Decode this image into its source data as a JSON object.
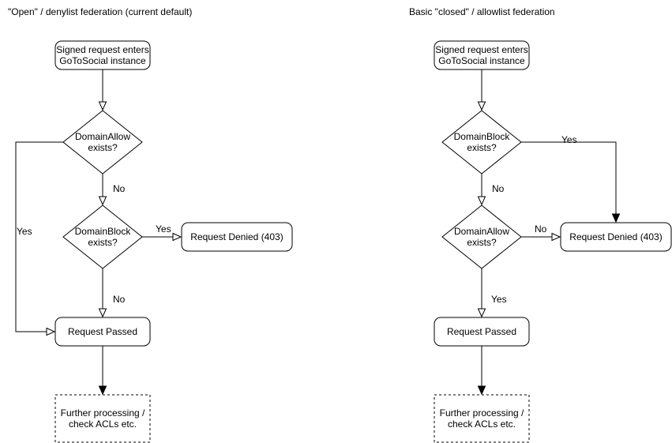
{
  "left": {
    "title": "\"Open\" / denylist federation (current default)",
    "start": {
      "line1": "Signed request enters",
      "line2": "GoToSocial instance"
    },
    "decision1": {
      "line1": "DomainAllow",
      "line2": "exists?"
    },
    "decision2": {
      "line1": "DomainBlock",
      "line2": "exists?"
    },
    "denied": "Request Denied (403)",
    "passed": "Request Passed",
    "further": {
      "line1": "Further processing /",
      "line2": "check ACLs etc."
    },
    "label_d1_yes": "Yes",
    "label_d1_no": "No",
    "label_d2_yes": "Yes",
    "label_d2_no": "No"
  },
  "right": {
    "title": "Basic \"closed\" / allowlist federation",
    "start": {
      "line1": "Signed request enters",
      "line2": "GoToSocial instance"
    },
    "decision1": {
      "line1": "DomainBlock",
      "line2": "exists?"
    },
    "decision2": {
      "line1": "DomainAllow",
      "line2": "exists?"
    },
    "denied": "Request Denied (403)",
    "passed": "Request Passed",
    "further": {
      "line1": "Further processing /",
      "line2": "check ACLs etc."
    },
    "label_d1_yes": "Yes",
    "label_d1_no": "No",
    "label_d2_no": "No",
    "label_d2_yes": "Yes"
  },
  "colors": {
    "stroke": "#000000",
    "node_fill": "#ffffff",
    "text": "#000000"
  }
}
